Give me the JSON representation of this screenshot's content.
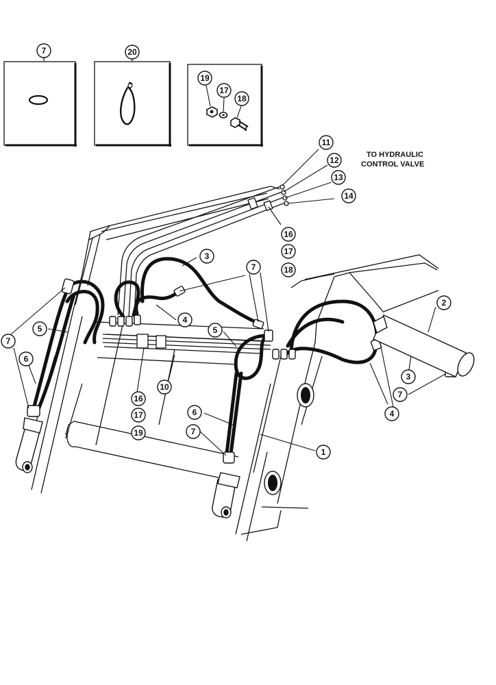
{
  "note": {
    "line1": "TO HYDRAULIC",
    "line2": "CONTROL VALVE"
  },
  "insets": [
    {
      "callout": "7",
      "part": "o-ring-seal"
    },
    {
      "callout": "20",
      "part": "hose-clamp"
    },
    {
      "callouts": [
        "19",
        "17",
        "18"
      ],
      "part": "nut-washer-bolt"
    }
  ],
  "callouts": {
    "c11": "11",
    "c12": "12",
    "c13": "13",
    "c14": "14",
    "c16a": "16",
    "c17a": "17",
    "c18a": "18",
    "c3a": "3",
    "c7a": "7",
    "c7b": "7",
    "c4a": "4",
    "c5a": "5",
    "c5b": "5",
    "c6a": "6",
    "c6b": "6",
    "c7c": "7",
    "c16b": "16",
    "c17b": "17",
    "c19b": "19",
    "c10": "10",
    "c2": "2",
    "c3b": "3",
    "c7d": "7",
    "c4b": "4",
    "c1": "1"
  }
}
